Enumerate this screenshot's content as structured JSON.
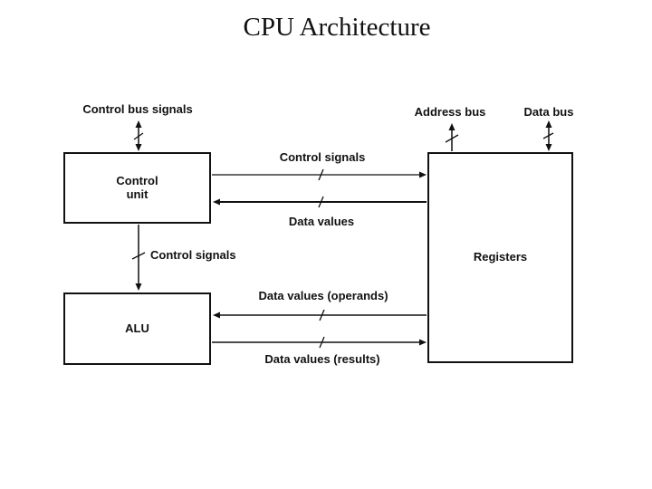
{
  "title": "CPU Architecture",
  "colors": {
    "ink": "#111111",
    "background": "#ffffff"
  },
  "boxes": {
    "control_unit": {
      "label": "Control\nunit"
    },
    "alu": {
      "label": "ALU"
    },
    "registers": {
      "label": "Registers"
    }
  },
  "connection_labels": {
    "control_bus": "Control bus signals",
    "address_bus": "Address bus",
    "data_bus": "Data bus",
    "control_signals_cu_to_registers": "Control signals",
    "data_values_registers_to_cu": "Data values",
    "control_signals_cu_to_alu": "Control signals",
    "data_values_operands": "Data values (operands)",
    "data_values_results": "Data values (results)"
  }
}
